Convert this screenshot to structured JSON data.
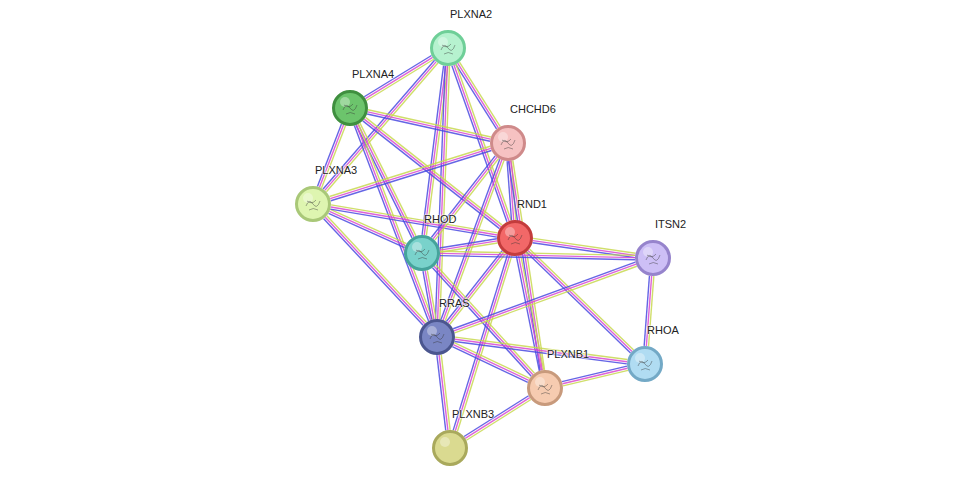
{
  "diagram": {
    "nodes": [
      {
        "text": [
          "PLXNA2"
        ]
      },
      {
        "text": [
          "PLXNA4"
        ]
      },
      {
        "text": [
          "CHCHD6"
        ]
      },
      {
        "text": [
          "PLXNA3"
        ]
      },
      {
        "text": [
          "RND1"
        ]
      },
      {
        "text": [
          "RHOD"
        ]
      },
      {
        "text": [
          "ITSN2"
        ]
      },
      {
        "text": [
          "RRAS"
        ]
      },
      {
        "text": [
          "RHOA"
        ]
      },
      {
        "text": [
          "PLXNB1"
        ]
      },
      {
        "text": [
          "PLXNB3"
        ]
      }
    ],
    "edges": [
      {
        "from": 0,
        "to": 1,
        "arrow": "none"
      },
      {
        "from": 0,
        "to": 3,
        "arrow": "none"
      },
      {
        "from": 0,
        "to": 2,
        "arrow": "none"
      },
      {
        "from": 0,
        "to": 4,
        "arrow": "none"
      },
      {
        "from": 0,
        "to": 5,
        "arrow": "none"
      },
      {
        "from": 0,
        "to": 7,
        "arrow": "none"
      },
      {
        "from": 1,
        "to": 2,
        "arrow": "none"
      },
      {
        "from": 1,
        "to": 3,
        "arrow": "none"
      },
      {
        "from": 1,
        "to": 5,
        "arrow": "none"
      },
      {
        "from": 1,
        "to": 4,
        "arrow": "none"
      },
      {
        "from": 1,
        "to": 7,
        "arrow": "none"
      },
      {
        "from": 3,
        "to": 2,
        "arrow": "none"
      },
      {
        "from": 3,
        "to": 5,
        "arrow": "none"
      },
      {
        "from": 3,
        "to": 4,
        "arrow": "none"
      },
      {
        "from": 3,
        "to": 7,
        "arrow": "none"
      },
      {
        "from": 2,
        "to": 4,
        "arrow": "none"
      },
      {
        "from": 2,
        "to": 5,
        "arrow": "none"
      },
      {
        "from": 2,
        "to": 7,
        "arrow": "none"
      },
      {
        "from": 2,
        "to": 9,
        "arrow": "none"
      },
      {
        "from": 4,
        "to": 5,
        "arrow": "none"
      },
      {
        "from": 4,
        "to": 6,
        "arrow": "none"
      },
      {
        "from": 4,
        "to": 7,
        "arrow": "none"
      },
      {
        "from": 4,
        "to": 8,
        "arrow": "none"
      },
      {
        "from": 4,
        "to": 9,
        "arrow": "none"
      },
      {
        "from": 4,
        "to": 10,
        "arrow": "none"
      },
      {
        "from": 5,
        "to": 7,
        "arrow": "none"
      },
      {
        "from": 5,
        "to": 9,
        "arrow": "none"
      },
      {
        "from": 5,
        "to": 6,
        "arrow": "none"
      },
      {
        "from": 6,
        "to": 8,
        "arrow": "none"
      },
      {
        "from": 6,
        "to": 7,
        "arrow": "none"
      },
      {
        "from": 7,
        "to": 8,
        "arrow": "none"
      },
      {
        "from": 7,
        "to": 9,
        "arrow": "none"
      },
      {
        "from": 7,
        "to": 10,
        "arrow": "none"
      },
      {
        "from": 8,
        "to": 9,
        "arrow": "none"
      },
      {
        "from": 9,
        "to": 10,
        "arrow": "none"
      }
    ]
  }
}
